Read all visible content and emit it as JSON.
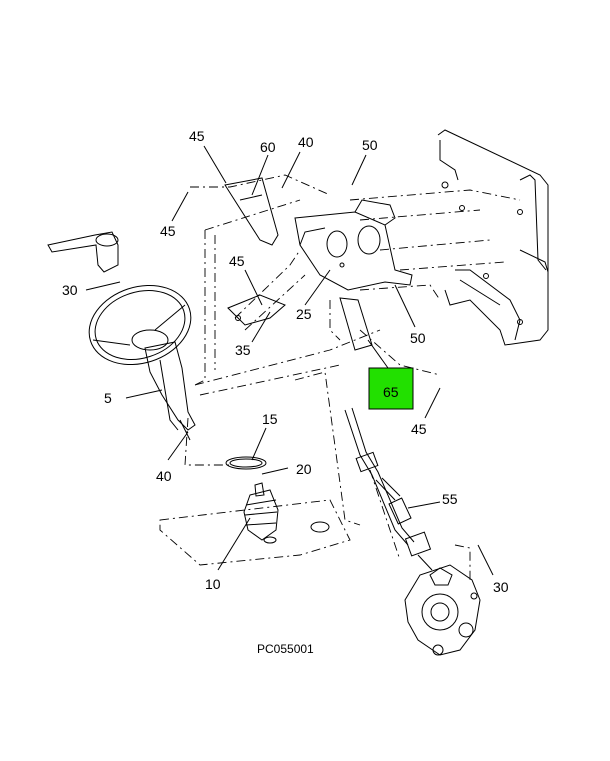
{
  "diagram": {
    "highlight_color": "#22e000",
    "callouts": {
      "c45a": "45",
      "c60": "60",
      "c40a": "40",
      "c50a": "50",
      "c45b": "45",
      "c30a": "30",
      "c45c": "45",
      "c25": "25",
      "c50b": "50",
      "c35": "35",
      "c65": "65",
      "c5": "5",
      "c45d": "45",
      "c15": "15",
      "c20": "20",
      "c40b": "40",
      "c55": "55",
      "c10": "10",
      "c30b": "30"
    },
    "caption": "PC055001"
  }
}
